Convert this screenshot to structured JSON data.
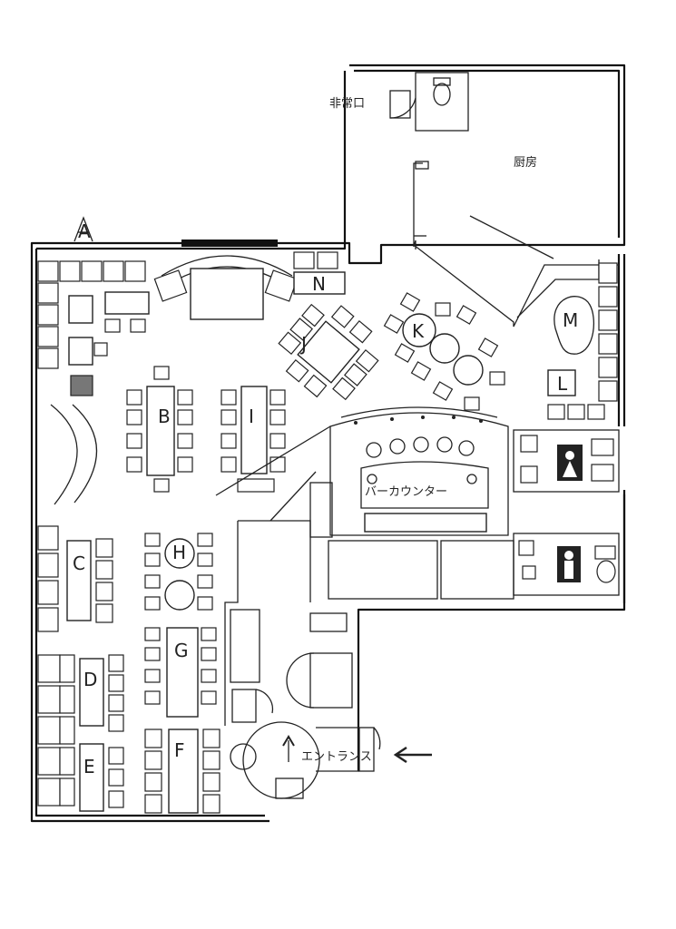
{
  "labels": {
    "emergency_exit": "非常口",
    "kitchen": "厨房",
    "bar_counter": "バーカウンター",
    "entrance": "エントランス",
    "zones": {
      "A": "A",
      "B": "B",
      "C": "C",
      "D": "D",
      "E": "E",
      "F": "F",
      "G": "G",
      "H": "H",
      "I": "I",
      "J": "J",
      "K": "K",
      "L": "L",
      "M": "M",
      "N": "N"
    }
  },
  "icons": {
    "female": "female-restroom-icon",
    "male": "male-restroom-icon",
    "entrance_arrow": "left-arrow-icon",
    "entrance_up": "up-arrow-icon"
  }
}
